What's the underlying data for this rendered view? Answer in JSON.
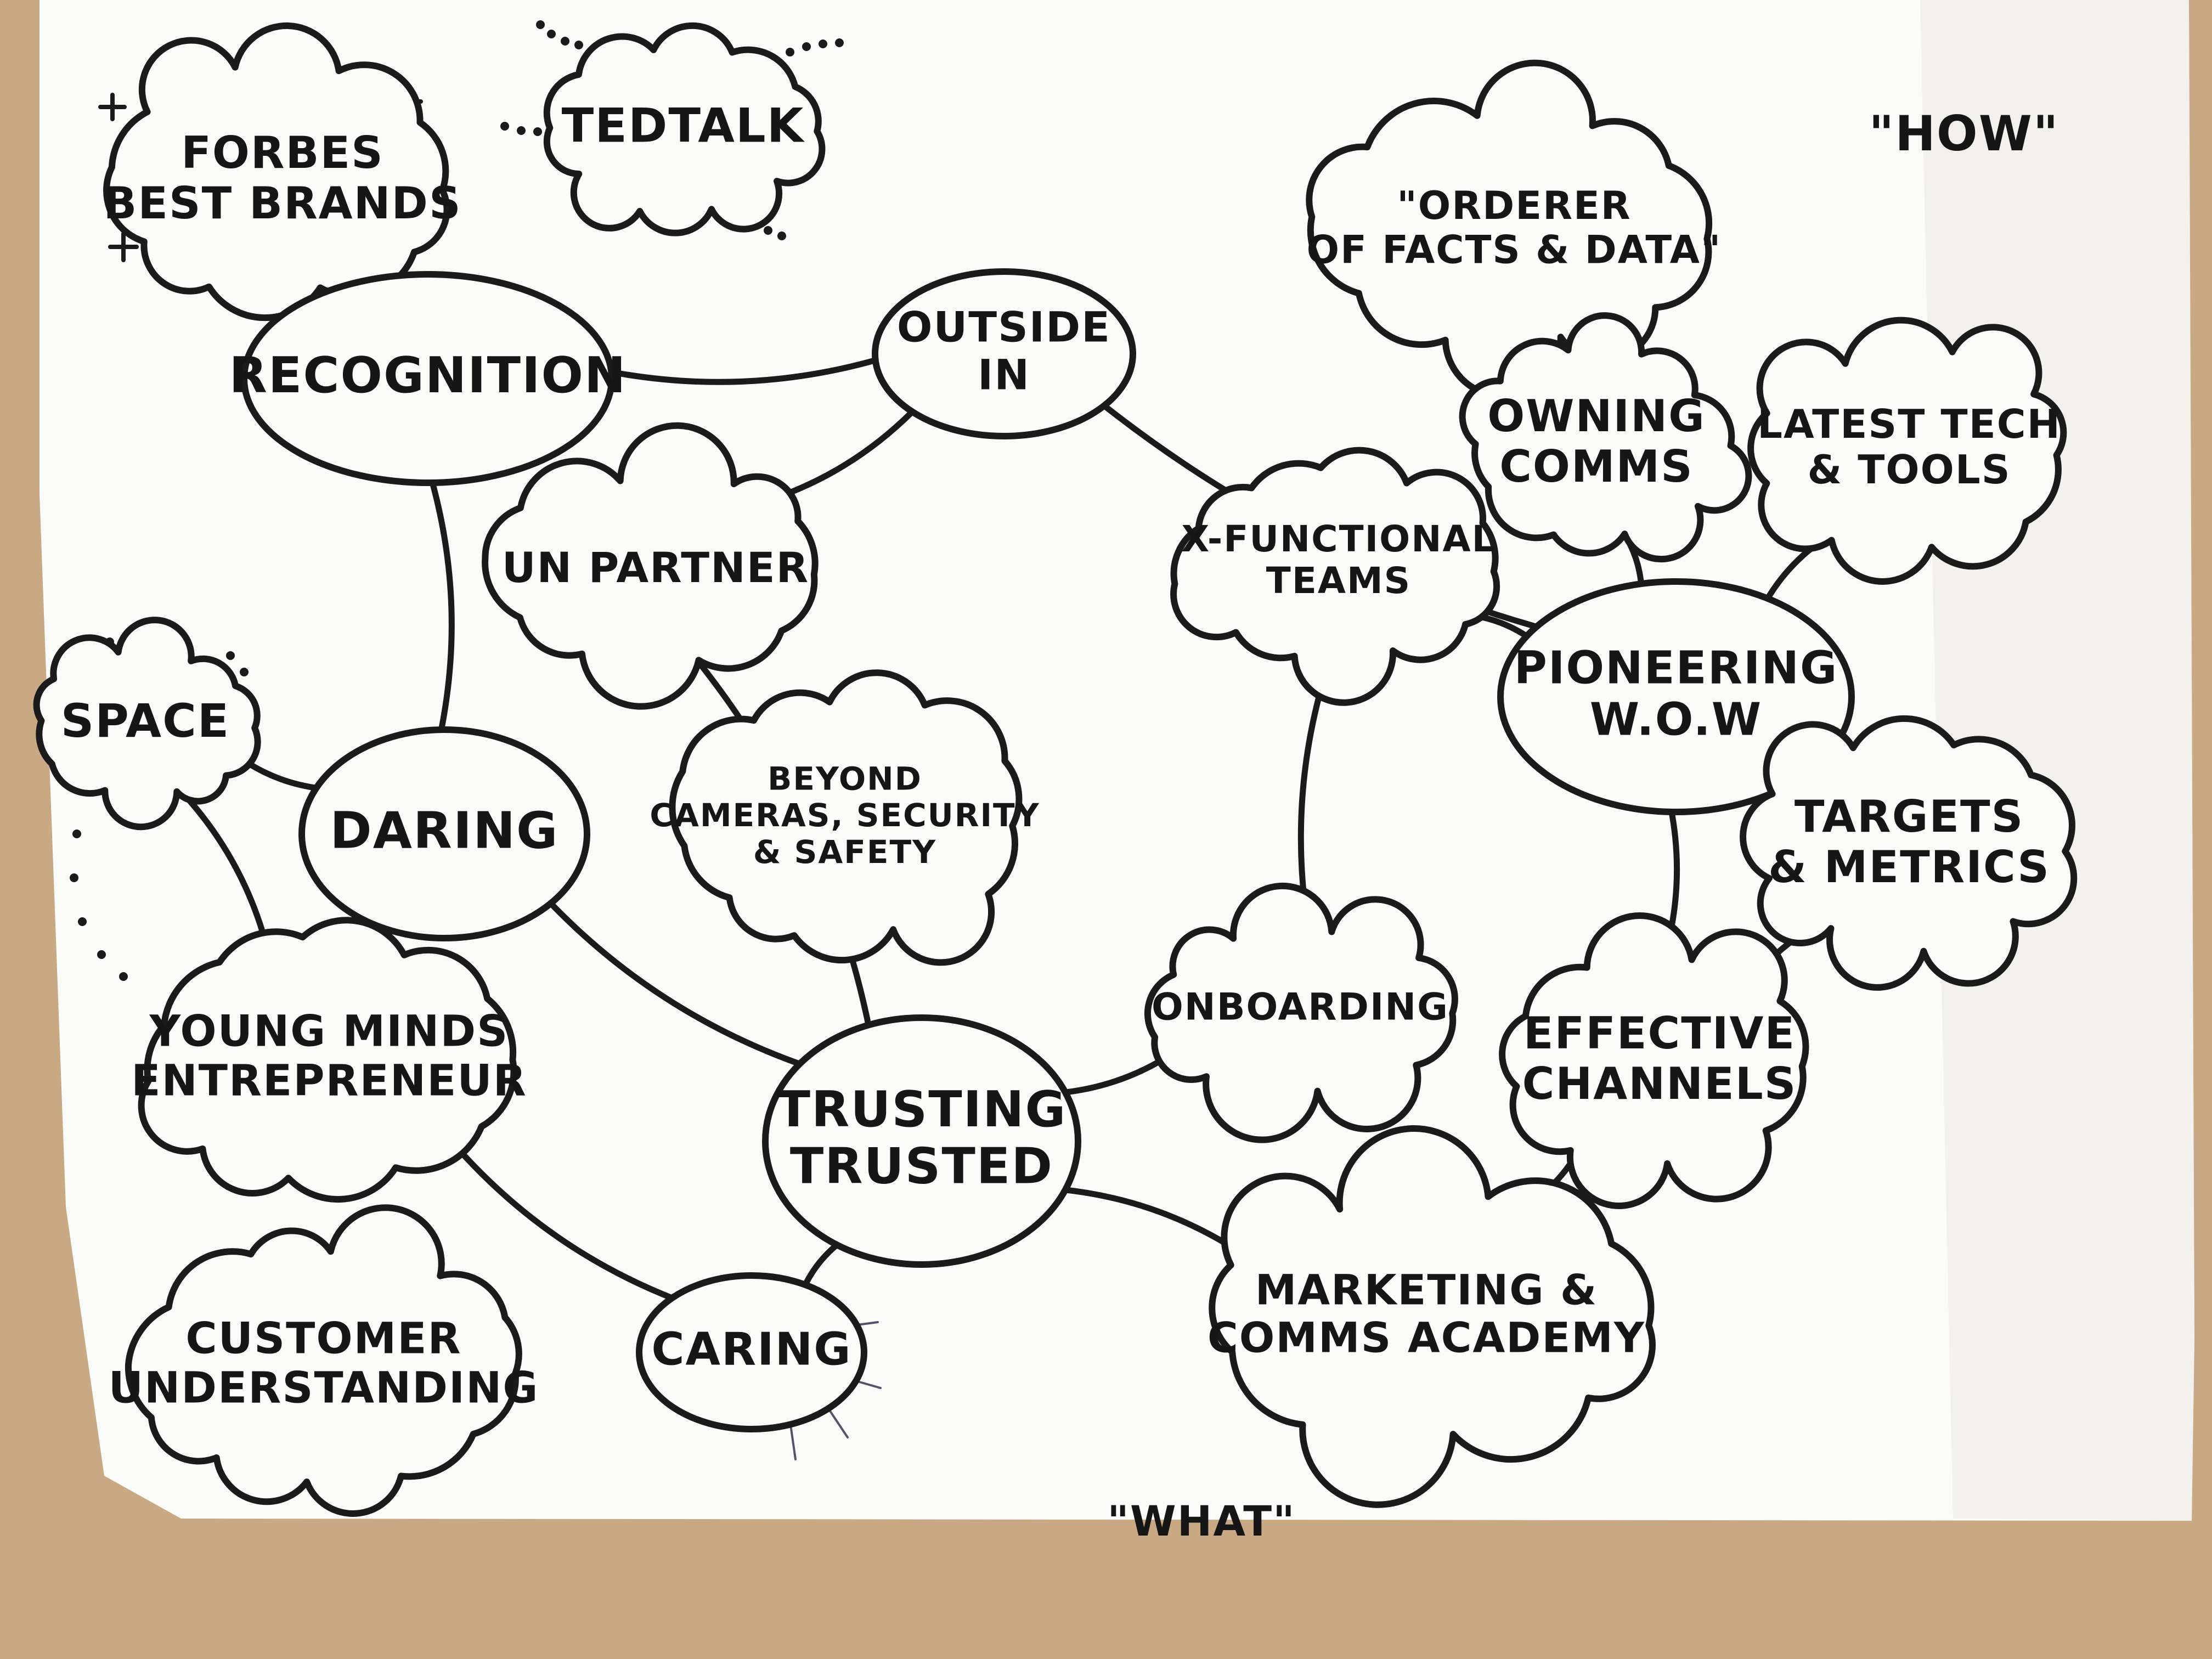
{
  "colors": {
    "desk": "#c9a984",
    "paper": "#fbfbf9",
    "ink": "#1b1b1b",
    "accent_strokes": "#55526a"
  },
  "corner_labels": {
    "how": "\"HOW\"",
    "what": "\"WHAT\""
  },
  "nodes": {
    "forbes": {
      "shape": "cloud",
      "lines": [
        "FORBES",
        "BEST BRANDS"
      ]
    },
    "tedtalk": {
      "shape": "cloud",
      "lines": [
        "TEDTALK"
      ]
    },
    "recognition": {
      "shape": "ellipse",
      "lines": [
        "RECOGNITION"
      ]
    },
    "outside_in": {
      "shape": "ellipse",
      "lines": [
        "OUTSIDE",
        "IN"
      ]
    },
    "orderer": {
      "shape": "cloud",
      "lines": [
        "\"ORDERER",
        "OF FACTS & DATA\""
      ]
    },
    "owning_comms": {
      "shape": "cloud",
      "lines": [
        "OWNING",
        "COMMS"
      ]
    },
    "latest_tech": {
      "shape": "cloud",
      "lines": [
        "LATEST TECH",
        "& TOOLS"
      ]
    },
    "un_partner": {
      "shape": "cloud",
      "lines": [
        "UN PARTNER"
      ]
    },
    "x_functional": {
      "shape": "cloud",
      "lines": [
        "X-FUNCTIONAL",
        "TEAMS"
      ]
    },
    "pioneering": {
      "shape": "ellipse",
      "lines": [
        "PIONEERING",
        "W.O.W"
      ]
    },
    "space": {
      "shape": "cloud",
      "lines": [
        "SPACE"
      ]
    },
    "daring": {
      "shape": "ellipse",
      "lines": [
        "DARING"
      ]
    },
    "beyond": {
      "shape": "cloud",
      "lines": [
        "BEYOND",
        "CAMERAS, SECURITY",
        "& SAFETY"
      ]
    },
    "targets": {
      "shape": "cloud",
      "lines": [
        "TARGETS",
        "& METRICS"
      ]
    },
    "young_minds": {
      "shape": "cloud",
      "lines": [
        "YOUNG MINDS",
        "ENTREPRENEUR"
      ]
    },
    "onboarding": {
      "shape": "cloud",
      "lines": [
        "ONBOARDING"
      ]
    },
    "effective": {
      "shape": "cloud",
      "lines": [
        "EFFECTIVE",
        "CHANNELS"
      ]
    },
    "trusting": {
      "shape": "ellipse",
      "lines": [
        "TRUSTING",
        "TRUSTED"
      ]
    },
    "marketing": {
      "shape": "cloud",
      "lines": [
        "MARKETING &",
        "COMMS ACADEMY"
      ]
    },
    "customer": {
      "shape": "cloud",
      "lines": [
        "CUSTOMER",
        "UNDERSTANDING"
      ]
    },
    "caring": {
      "shape": "ellipse",
      "lines": [
        "CARING"
      ]
    }
  },
  "connections": [
    [
      "forbes",
      "recognition"
    ],
    [
      "recognition",
      "outside_in"
    ],
    [
      "recognition",
      "daring"
    ],
    [
      "outside_in",
      "pioneering"
    ],
    [
      "outside_in",
      "un_partner"
    ],
    [
      "orderer",
      "owning_comms"
    ],
    [
      "owning_comms",
      "pioneering"
    ],
    [
      "latest_tech",
      "pioneering"
    ],
    [
      "x_functional",
      "pioneering"
    ],
    [
      "pioneering",
      "targets"
    ],
    [
      "pioneering",
      "effective"
    ],
    [
      "targets",
      "effective"
    ],
    [
      "effective",
      "marketing"
    ],
    [
      "space",
      "daring"
    ],
    [
      "space",
      "young_minds"
    ],
    [
      "daring",
      "trusting"
    ],
    [
      "un_partner",
      "trusting"
    ],
    [
      "x_functional",
      "onboarding"
    ],
    [
      "onboarding",
      "trusting"
    ],
    [
      "trusting",
      "caring"
    ],
    [
      "trusting",
      "marketing"
    ],
    [
      "young_minds",
      "caring"
    ]
  ]
}
